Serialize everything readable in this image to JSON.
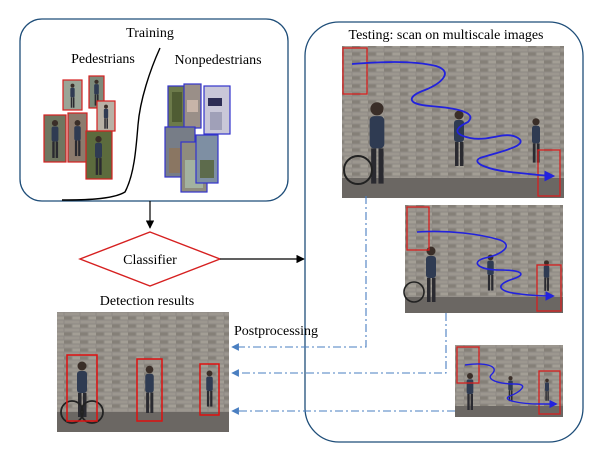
{
  "training": {
    "title": "Training",
    "pedestrians_label": "Pedestrians",
    "nonpedestrians_label": "Nonpedestrians"
  },
  "classifier": {
    "label": "Classifier"
  },
  "testing": {
    "title": "Testing: scan on multiscale images"
  },
  "detection": {
    "title": "Detection results"
  },
  "postprocessing": {
    "label": "Postprocessing"
  },
  "colors": {
    "box_border": "#1f4e79",
    "classifier_red": "#d62020",
    "scan_path_blue": "#2222dd",
    "dashdot_blue": "#4a7fc1",
    "detection_red": "#e01010",
    "wall": "#8e8a84"
  }
}
